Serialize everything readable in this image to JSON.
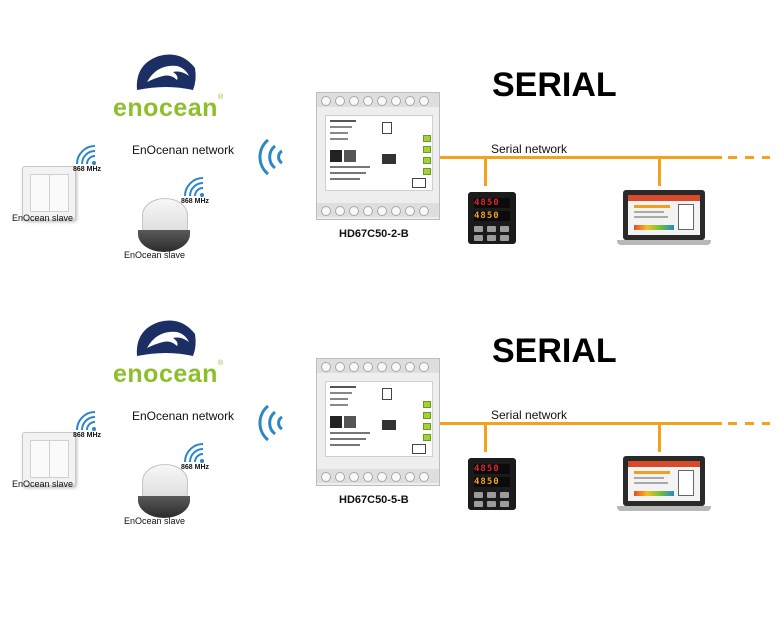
{
  "panels": [
    {
      "title": "SERIAL",
      "logo_text": "enocean",
      "enocean_network_label": "EnOcenan network",
      "serial_network_label": "Serial network",
      "device_label": "HD67C50-2-B",
      "slave_switch_label": "EnOcean slave",
      "slave_sensor_label": "EnOcean slave",
      "freq_label_1": "868 MHz",
      "freq_label_2": "868 MHz",
      "controller_readout_top": "4850",
      "controller_readout_bottom": "4850"
    },
    {
      "title": "SERIAL",
      "logo_text": "enocean",
      "enocean_network_label": "EnOcenan network",
      "serial_network_label": "Serial network",
      "device_label": "HD67C50-5-B",
      "slave_switch_label": "EnOcean slave",
      "slave_sensor_label": "EnOcean slave",
      "freq_label_1": "868 MHz",
      "freq_label_2": "868 MHz",
      "controller_readout_top": "4850",
      "controller_readout_bottom": "4850"
    }
  ],
  "colors": {
    "bus_line": "#f4a21c",
    "logo_green": "#8cbf2a",
    "logo_navy": "#1c2f64",
    "wifi_blue": "#2a86c7"
  }
}
